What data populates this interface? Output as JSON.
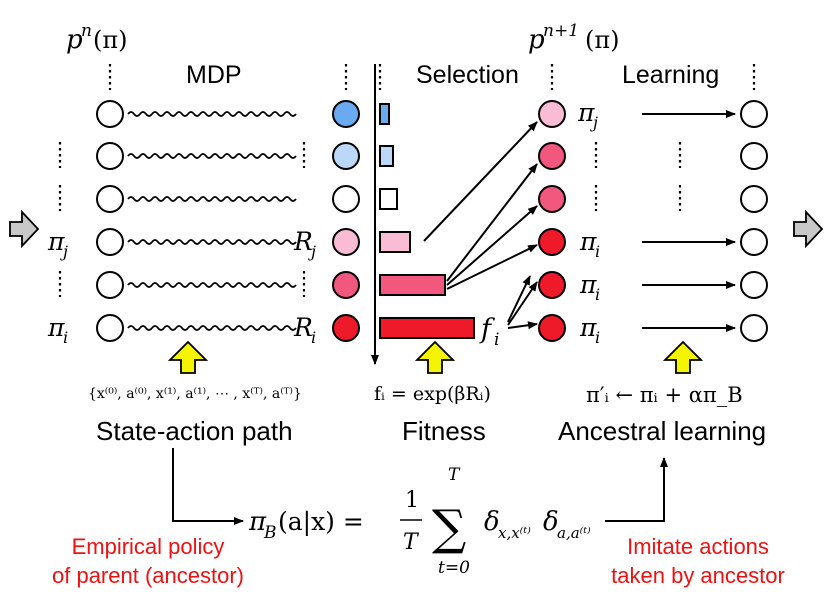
{
  "labels": {
    "pn": "p",
    "pn_sup": "n",
    "pn_arg": "(π)",
    "pn1": "p",
    "pn1_sup": "n+1",
    "pn1_arg": "(π)",
    "mdp": "MDP",
    "selection": "Selection",
    "learning": "Learning",
    "pi": "π",
    "pi_j_sub": "j",
    "pi_i_sub": "i",
    "R": "R",
    "f": "f",
    "state_action_path": "State-action path",
    "fitness": "Fitness",
    "ancestral_learning": "Ancestral learning",
    "path_formula": "{x⁽⁰⁾, a⁽⁰⁾, x⁽¹⁾, a⁽¹⁾, ⋯ , x⁽ᵀ⁾, a⁽ᵀ⁾}",
    "fitness_formula": "fᵢ = exp(βRᵢ)",
    "learning_formula": "π′ᵢ ← πᵢ + απ_B",
    "empirical_policy_1": "Empirical policy",
    "empirical_policy_2": "of parent (ancestor)",
    "imitate_1": "Imitate actions",
    "imitate_2": "taken by ancestor",
    "piB_lhs": "π",
    "piB_sub": "B",
    "piB_arg": "(a|x) =",
    "frac_num": "1",
    "frac_den": "T",
    "sum_top": "T",
    "sum_bottom": "t=0",
    "delta1": "δ",
    "delta1_sub": "x,x⁽ᵗ⁾",
    "delta2": "δ",
    "delta2_sub": "a,a⁽ᵗ⁾"
  },
  "colors": {
    "accent_red": "#ee1111",
    "yellow_arrow": "#f4f400",
    "gray_arrow": "#c8c8c8",
    "circle_fills": [
      "#6aaaf0",
      "#bcd8f8",
      "#ffffff",
      "#f9bcd4",
      "#f2587e",
      "#ee1a2a"
    ],
    "bar_fills": [
      "#6aaaf0",
      "#bcd8f8",
      "#ffffff",
      "#f9bcd4",
      "#f2587e",
      "#ee1a2a"
    ],
    "next_gen_fills": [
      "#f9bcd4",
      "#f2587e",
      "#f2587e",
      "#ee1a2a",
      "#ee1a2a",
      "#ee1a2a"
    ]
  }
}
